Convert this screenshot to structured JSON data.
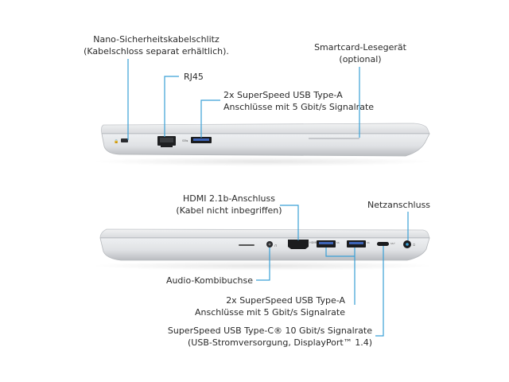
{
  "top_view": {
    "security_slot": {
      "line1": "Nano-Sicherheitskabelschlitz",
      "line2": "(Kabelschloss separat erhältlich)."
    },
    "rj45": {
      "line1": "RJ45"
    },
    "usb_a": {
      "line1": "2x SuperSpeed USB Type-A",
      "line2": "Anschlüsse mit 5 Gbit/s Signalrate"
    },
    "smartcard": {
      "line1": "Smartcard-Lesegerät",
      "line2": "(optional)"
    }
  },
  "bottom_view": {
    "hdmi": {
      "line1": "HDMI 2.1b-Anschluss",
      "line2": "(Kabel nicht inbegriffen)"
    },
    "power": {
      "line1": "Netzanschluss"
    },
    "audio": {
      "line1": "Audio-Kombibuchse"
    },
    "usb_a": {
      "line1": "2x SuperSpeed USB Type-A",
      "line2": "Anschlüsse mit 5 Gbit/s Signalrate"
    },
    "usb_c": {
      "line1": "SuperSpeed USB Type-C® 10 Gbit/s Signalrate",
      "line2": "(USB-Stromversorgung, DisplayPort™ 1.4)"
    }
  },
  "colors": {
    "leader": "#3aa0d6",
    "body_light": "#e9eaec",
    "body_mid": "#d3d5d8",
    "body_dark": "#9c9fa4",
    "port": "#1b1c1e"
  }
}
